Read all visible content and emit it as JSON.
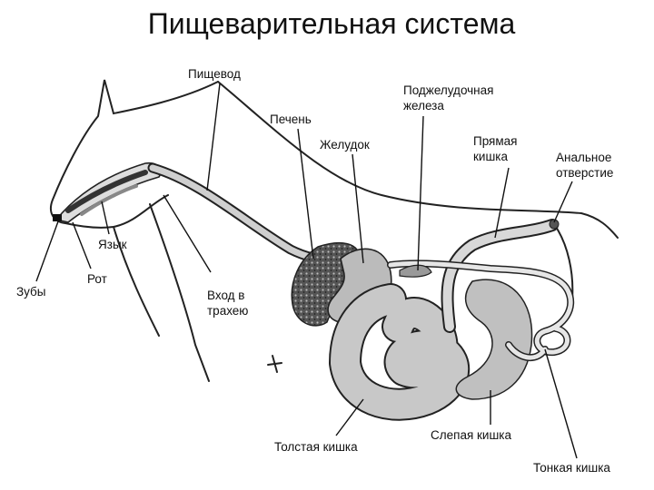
{
  "title": "Пищеварительная система",
  "labels": {
    "esophagus": "Пищевод",
    "pancreas_1": "Поджелудочная",
    "pancreas_2": "железа",
    "liver": "Печень",
    "stomach": "Желудок",
    "rectum_1": "Прямая",
    "rectum_2": "кишка",
    "anus_1": "Анальное",
    "anus_2": "отверстие",
    "tongue": "Язык",
    "mouth": "Рот",
    "teeth": "Зубы",
    "trachea_1": "Вход в",
    "trachea_2": "трахею",
    "colon": "Толстая кишка",
    "cecum": "Слепая кишка",
    "small_intestine": "Тонкая кишка"
  }
}
